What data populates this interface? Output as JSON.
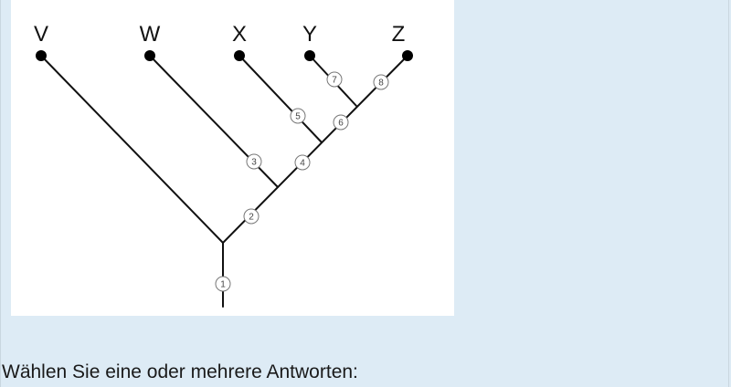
{
  "diagram": {
    "taxa": [
      "V",
      "W",
      "X",
      "Y",
      "Z"
    ],
    "markers": [
      "1",
      "2",
      "3",
      "4",
      "5",
      "6",
      "7",
      "8"
    ]
  },
  "question": {
    "prompt": "Wählen Sie eine oder mehrere Antworten:"
  }
}
